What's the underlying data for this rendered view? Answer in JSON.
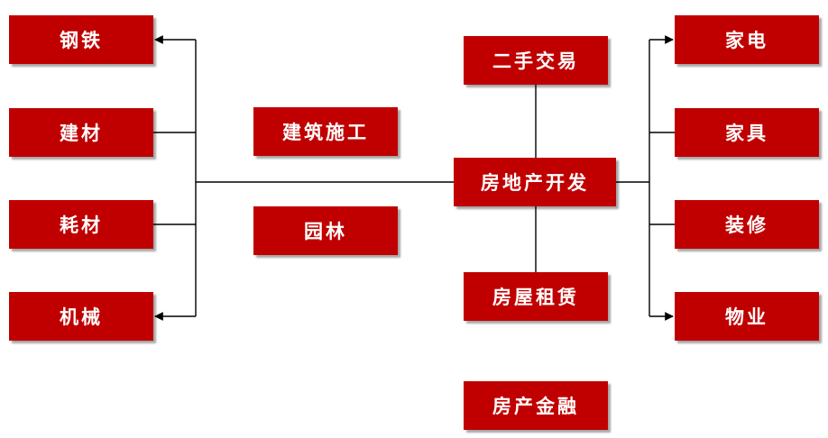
{
  "nodes": {
    "steel": "钢铁",
    "building_materials": "建材",
    "consumables": "耗材",
    "machinery": "机械",
    "construction": "建筑施工",
    "landscaping": "园林",
    "secondhand": "二手交易",
    "development": "房地产开发",
    "rental": "房屋租赁",
    "finance": "房产金融",
    "appliances": "家电",
    "furniture": "家具",
    "decoration": "装修",
    "property_mgmt": "物业"
  },
  "colors": {
    "node_fill": "#c00000",
    "node_text": "#ffffff",
    "connector": "#000000"
  }
}
